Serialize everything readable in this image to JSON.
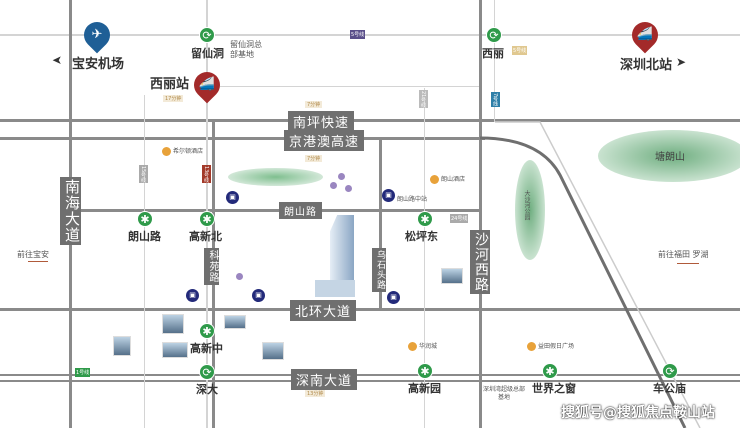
{
  "roads": {
    "nanping": "南坪快速",
    "jinggangao": "京港澳高速",
    "langshan": "朗山路",
    "beihuan": "北环大道",
    "shennan": "深南大道",
    "nanhai": "南海大道",
    "keyuan": "科苑路",
    "wushitou": "乌石头路",
    "shahexi": "沙河西路"
  },
  "places": {
    "airport": "宝安机场",
    "xili_rail": "西丽站",
    "shenzhen_north": "深圳北站",
    "liuxiandong_hq": "留仙洞总部基地",
    "to_baoan": "前往宝安",
    "to_futian": "前往福田 罗湖",
    "tanglangshan": "塘朗山",
    "dashahe_park": "大沙河公园",
    "shenzhenwan_hq": "深圳湾超级总部基地"
  },
  "stations": [
    {
      "name": "留仙洞",
      "type": "transfer"
    },
    {
      "name": "西丽",
      "type": "transfer"
    },
    {
      "name": "朗山路",
      "type": "metro"
    },
    {
      "name": "高新北",
      "type": "metro"
    },
    {
      "name": "松坪东",
      "type": "metro"
    },
    {
      "name": "高新中",
      "type": "metro"
    },
    {
      "name": "深大",
      "type": "transfer"
    },
    {
      "name": "高新园",
      "type": "metro"
    },
    {
      "name": "世界之窗",
      "type": "metro"
    },
    {
      "name": "车公庙",
      "type": "transfer"
    }
  ],
  "lines": [
    "5号线",
    "7号线",
    "13号线",
    "15号线",
    "1号线",
    "21号线",
    "24号线",
    "5号线"
  ],
  "tags": [
    "17分钟",
    "7分钟",
    "7分钟",
    "13分钟"
  ],
  "pois": [
    "希尔顿酒店",
    "朗山酒店",
    "华润城",
    "益田假日广场"
  ],
  "bus_stops": [
    "朗山路中站"
  ],
  "watermark": "搜狐号@搜狐焦点鞍山站",
  "colors": {
    "metro": "#2f9a4a",
    "rail": "#a32a2a",
    "airport": "#1f5f96",
    "road_label": "#6f6f6f",
    "park": "#7fbf8f",
    "bus": "#232a7a"
  }
}
